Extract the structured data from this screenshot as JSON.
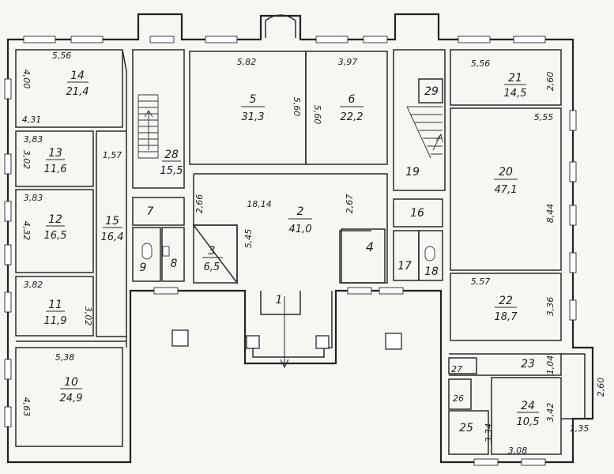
{
  "rooms": [
    {
      "id": "14",
      "num": "14",
      "area": "21,4"
    },
    {
      "id": "13",
      "num": "13",
      "area": "11,6"
    },
    {
      "id": "12",
      "num": "12",
      "area": "16,5"
    },
    {
      "id": "11",
      "num": "11",
      "area": "11,9"
    },
    {
      "id": "10",
      "num": "10",
      "area": "24,9"
    },
    {
      "id": "15",
      "num": "15",
      "area": "16,4"
    },
    {
      "id": "28",
      "num": "28",
      "area": "15,5"
    },
    {
      "id": "5",
      "num": "5",
      "area": "31,3"
    },
    {
      "id": "6",
      "num": "6",
      "area": "22,2"
    },
    {
      "id": "2",
      "num": "2",
      "area": "41,0"
    },
    {
      "id": "3",
      "num": "3",
      "area": "6,5"
    },
    {
      "id": "4",
      "num": "4",
      "area": ""
    },
    {
      "id": "1",
      "num": "1",
      "area": ""
    },
    {
      "id": "7",
      "num": "7",
      "area": ""
    },
    {
      "id": "8",
      "num": "8",
      "area": ""
    },
    {
      "id": "9",
      "num": "9",
      "area": ""
    },
    {
      "id": "29",
      "num": "29",
      "area": ""
    },
    {
      "id": "19",
      "num": "19",
      "area": ""
    },
    {
      "id": "16",
      "num": "16",
      "area": ""
    },
    {
      "id": "17",
      "num": "17",
      "area": ""
    },
    {
      "id": "18",
      "num": "18",
      "area": ""
    },
    {
      "id": "21",
      "num": "21",
      "area": "14,5"
    },
    {
      "id": "20",
      "num": "20",
      "area": "47,1"
    },
    {
      "id": "22",
      "num": "22",
      "area": "18,7"
    },
    {
      "id": "23",
      "num": "23",
      "area": ""
    },
    {
      "id": "24",
      "num": "24",
      "area": "10,5"
    },
    {
      "id": "25",
      "num": "25",
      "area": ""
    },
    {
      "id": "26",
      "num": "26",
      "area": ""
    },
    {
      "id": "27",
      "num": "27",
      "area": ""
    }
  ],
  "dimensions": [
    "5,56",
    "4,00",
    "4,31",
    "3,83",
    "3,02",
    "1,57",
    "3,83",
    "4,32",
    "3,82",
    "3,02",
    "5,38",
    "4,63",
    "5,82",
    "5,60",
    "5,60",
    "3,97",
    "2,66",
    "18,14",
    "2,67",
    "5,45",
    "5,56",
    "2,60",
    "5,55",
    "8,44",
    "5,57",
    "3,36",
    "1,04",
    "3,42",
    "3,34",
    "3,08",
    "1,35",
    "2,60"
  ]
}
